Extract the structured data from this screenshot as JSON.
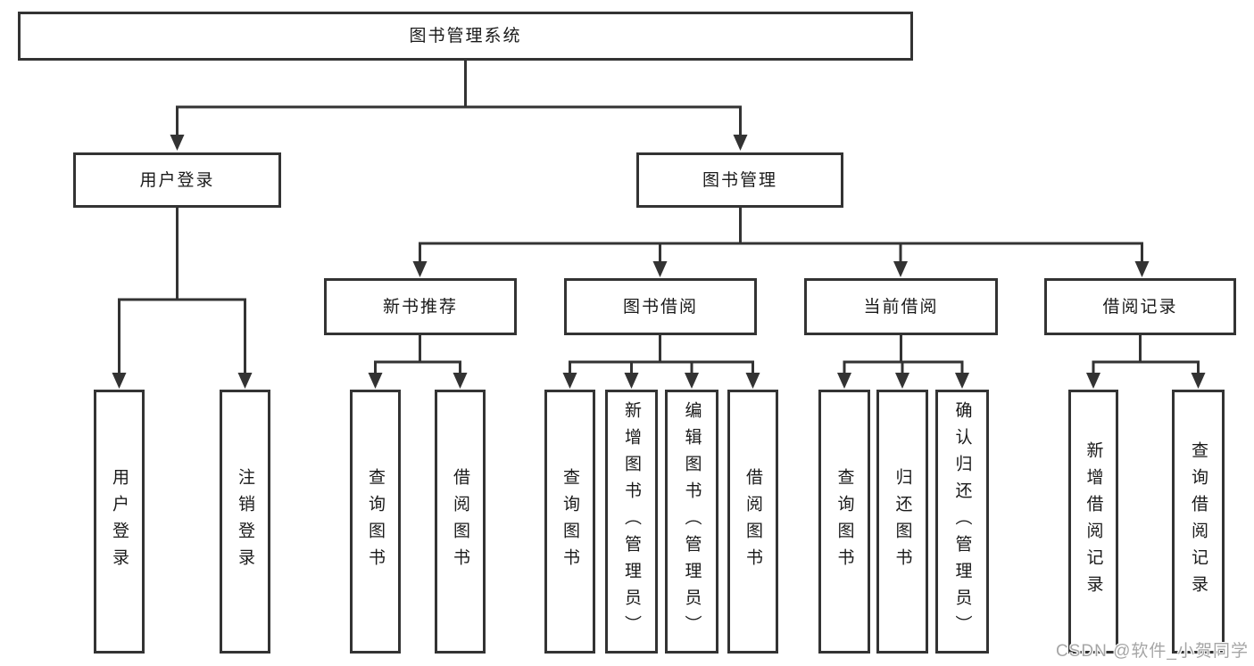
{
  "nodes": {
    "root": "图书管理系统",
    "user_login": "用户登录",
    "book_mgmt": "图书管理",
    "new_book_rec": "新书推荐",
    "book_borrow": "图书借阅",
    "current_borrow": "当前借阅",
    "borrow_record": "借阅记录",
    "leaf_user_login": "用户登录",
    "leaf_logout": "注销登录",
    "leaf_query_book_a": "查询图书",
    "leaf_borrow_book_a": "借阅图书",
    "leaf_query_book_b": "查询图书",
    "leaf_add_book": "新增图书（管理员）",
    "leaf_edit_book": "编辑图书（管理员）",
    "leaf_borrow_book_b": "借阅图书",
    "leaf_query_book_c": "查询图书",
    "leaf_return_book": "归还图书",
    "leaf_confirm_return": "确认归还（管理员）",
    "leaf_add_record": "新增借阅记录",
    "leaf_query_record": "查询借阅记录"
  },
  "watermark": {
    "text": "CSDN @软件_小贺同学"
  },
  "colors": {
    "line": "#333333",
    "box_border": "#333333",
    "text": "#1a1a1a",
    "watermark": "#a6a6a6",
    "background": "#ffffff"
  }
}
